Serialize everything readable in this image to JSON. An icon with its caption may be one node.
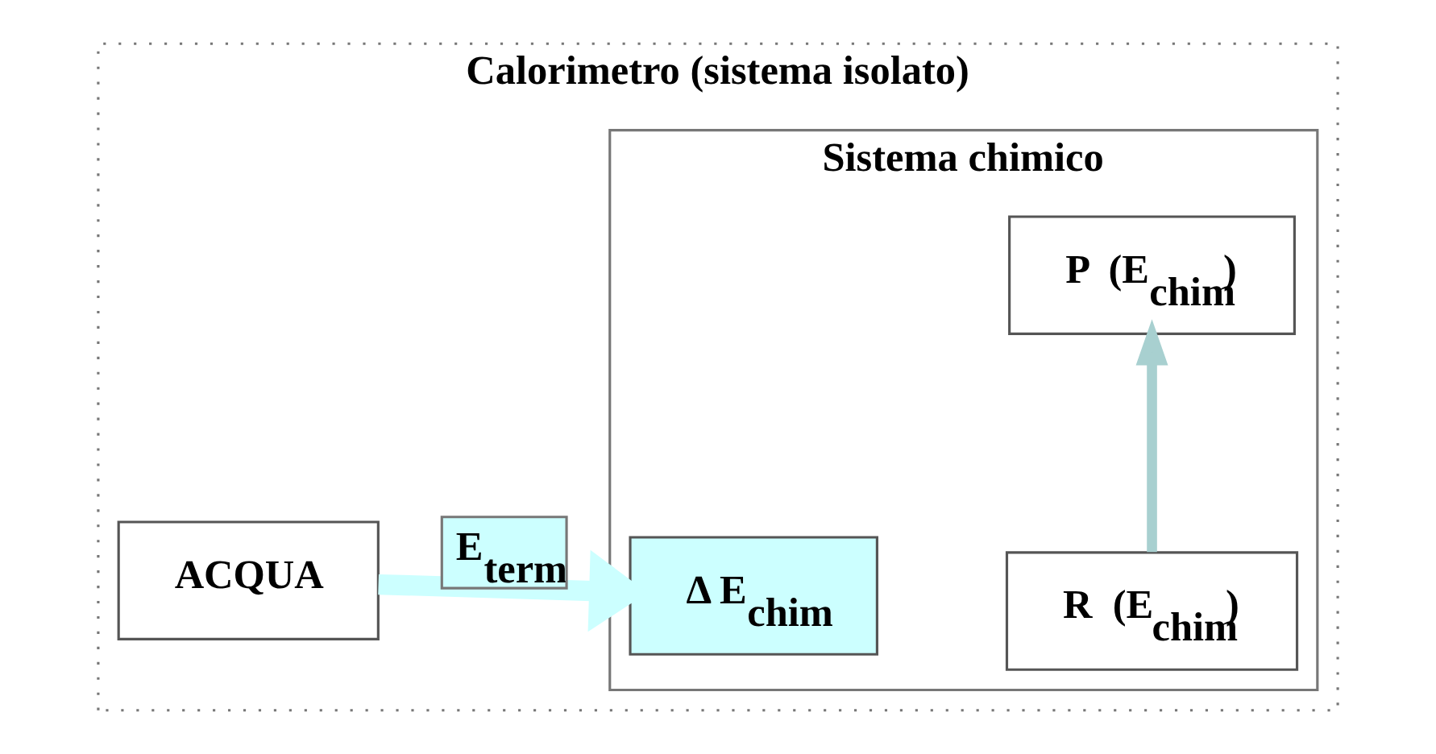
{
  "diagram": {
    "nodes": [
      {
        "text": [
          "Calorimetro (sistema isolato)"
        ]
      },
      {
        "text": [
          "ACQUA"
        ],
        "in": 0
      },
      {
        "text": [
          "Sistema chimico"
        ],
        "in": 0
      },
      {
        "text": [
          "Δ E$_{chim}$"
        ],
        "in": 2
      },
      {
        "text": [
          "R  (E$_{chim}$)"
        ],
        "in": 2
      },
      {
        "text": [
          "P  (E$_{chim}$)"
        ],
        "in": 2
      }
    ],
    "edges": [
      {
        "from": 1,
        "to": 3,
        "arrow": "to",
        "label": "E$_{term}$",
        "style": "thick",
        "color": "#ccffff"
      },
      {
        "from": 4,
        "to": 5,
        "arrow": "to",
        "color": "#a8d0d0"
      }
    ]
  }
}
